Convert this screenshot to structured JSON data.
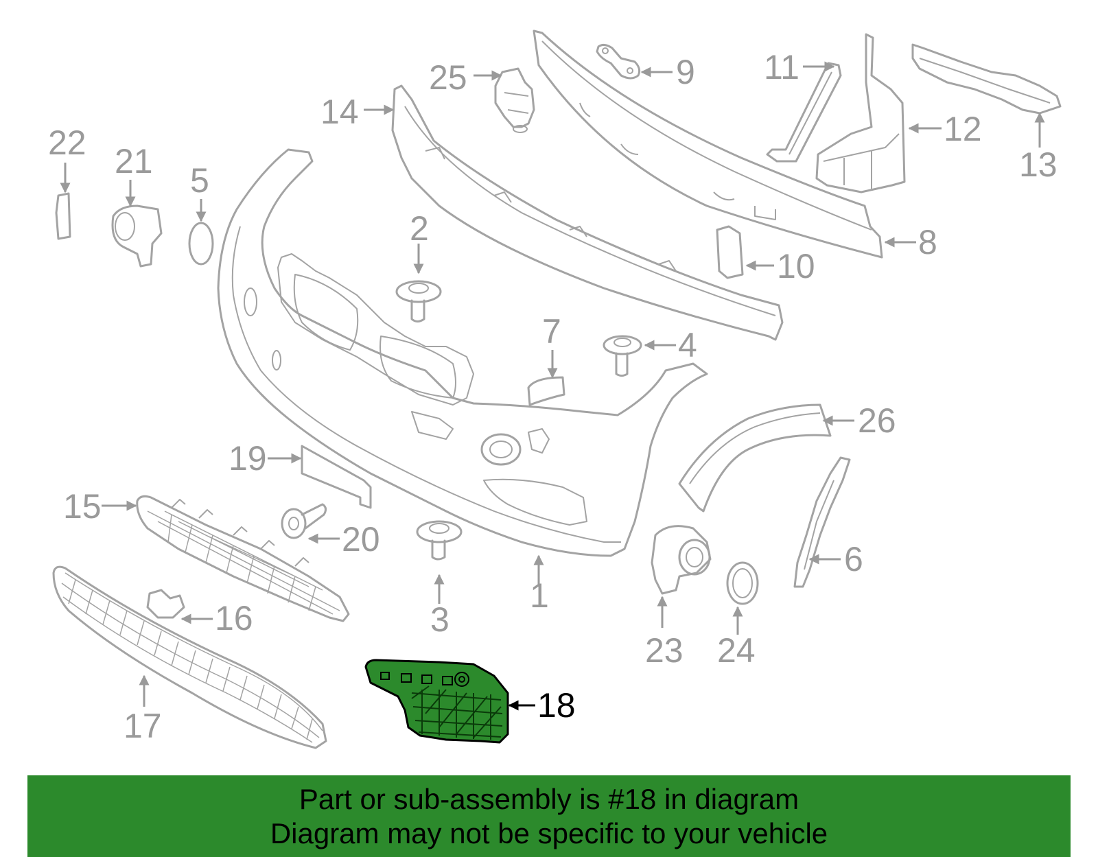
{
  "diagram": {
    "highlighted_part": "18",
    "callouts": [
      "1",
      "2",
      "3",
      "4",
      "5",
      "6",
      "7",
      "8",
      "9",
      "10",
      "11",
      "12",
      "13",
      "14",
      "15",
      "16",
      "17",
      "18",
      "19",
      "20",
      "21",
      "22",
      "23",
      "24",
      "25",
      "26"
    ]
  },
  "banner": {
    "line1": "Part or sub-assembly is #18 in diagram",
    "line2": "Diagram may not be specific to your vehicle"
  },
  "colors": {
    "highlight": "#2c8a2c",
    "outline": "#a3a3a3",
    "label": "#9a9a9a"
  }
}
